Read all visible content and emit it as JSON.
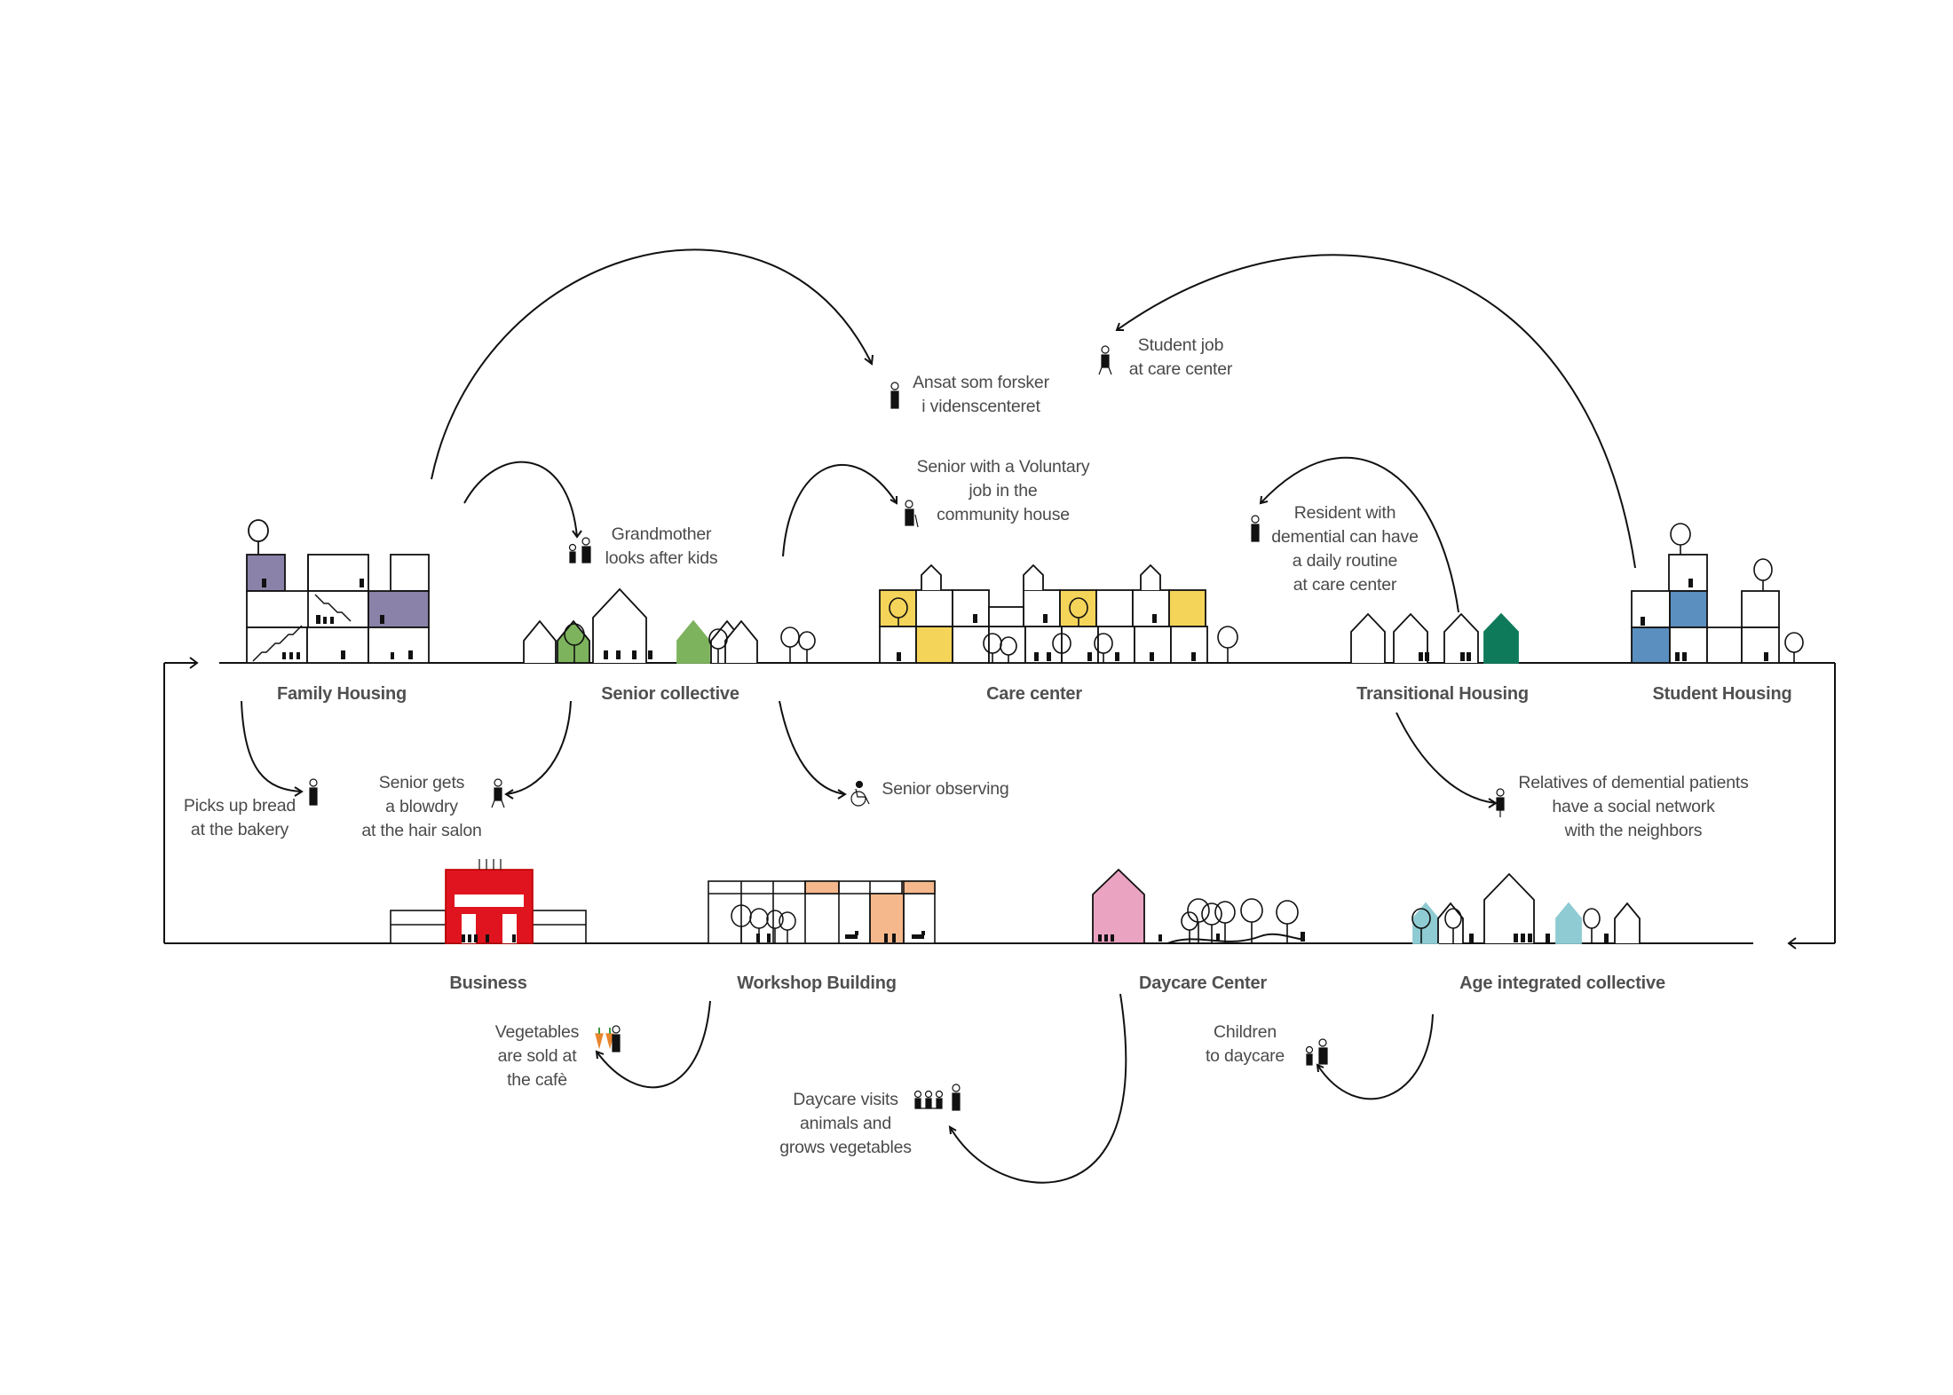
{
  "zones_top": {
    "family": "Family Housing",
    "senior": "Senior collective",
    "care": "Care center",
    "transitional": "Transitional Housing",
    "student": "Student Housing"
  },
  "zones_bottom": {
    "business": "Business",
    "workshop": "Workshop Building",
    "daycare": "Daycare Center",
    "age": "Age integrated collective"
  },
  "notes": {
    "ansat": "Ansat som forsker\ni videnscenteret",
    "student_job": "Student job\nat care center",
    "voluntary": "Senior with a Voluntary\njob in the\ncommunity house",
    "resident": "Resident with\ndemential can have\na daily routine\nat care center",
    "grandmother": "Grandmother\nlooks after kids",
    "bread": "Picks up bread\nat the bakery",
    "blowdry": "Senior gets\na blowdry\nat the hair salon",
    "observing": "Senior observing",
    "relatives": "Relatives of demential patients\nhave a social network\nwith the neighbors",
    "vegetables": "Vegetables\nare sold at\nthe cafè",
    "daycare_visits": "Daycare visits\nanimals and\ngrows vegetables",
    "children": "Children\nto daycare"
  },
  "colors": {
    "line": "#111111",
    "text": "#4a4a4a",
    "purple": "#8a82a8",
    "green": "#7db35c",
    "yellow": "#f5d45a",
    "blue": "#5b8fbf",
    "dark_green": "#0f7a5a",
    "red": "#e0141e",
    "peach": "#f5b88c",
    "pink": "#eba3c2",
    "teal": "#8fcbd3",
    "carrot": "#e8842c",
    "leaf": "#3a9a3a"
  }
}
